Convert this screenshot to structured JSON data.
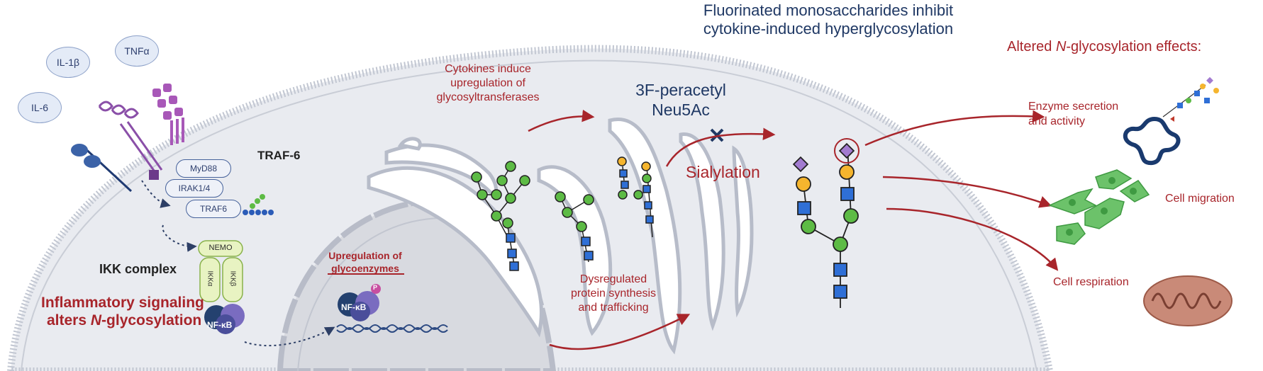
{
  "header": {
    "title_line1": "Fluorinated monosaccharides inhibit",
    "title_line2": "cytokine-induced hyperglycosylation",
    "effects_title_pre": "Altered ",
    "effects_title_italic": "N",
    "effects_title_post": "-glycosylation effects:"
  },
  "cytokines": {
    "il1b": "IL-1β",
    "tnfa": "TNFα",
    "il6": "IL-6"
  },
  "signaling": {
    "traf6_header": "TRAF-6",
    "myd88": "MyD88",
    "irak": "IRAK1/4",
    "traf6": "TRAF6",
    "ikk_complex": "IKK complex",
    "nemo": "NEMO",
    "ikka": "IKKα",
    "ikkb": "IKKβ",
    "nfkb": "NF-κB",
    "inflammatory_line1": "Inflammatory signaling",
    "inflammatory_line2_pre": "alters ",
    "inflammatory_line2_italic": "N",
    "inflammatory_line2_post": "-glycosylation"
  },
  "nucleus": {
    "upreg_line1": "Upregulation of",
    "upreg_line2": "glycoenzymes",
    "nfkb": "NF-κB",
    "p_badge": "P"
  },
  "golgi": {
    "cytokines_line1": "Cytokines induce",
    "cytokines_line2": "upregulation of",
    "cytokines_line3": "glycosyltransferases",
    "dysreg_line1": "Dysregulated",
    "dysreg_line2": "protein synthesis",
    "dysreg_line3": "and trafficking",
    "inhibitor_line1": "3F-peracetyl",
    "inhibitor_line2": "Neu5Ac",
    "sialylation": "Sialylation"
  },
  "effects": {
    "enzyme_line1": "Enzyme secretion",
    "enzyme_line2": "and activity",
    "migration": "Cell migration",
    "respiration": "Cell respiration"
  },
  "colors": {
    "accent_red": "#a8252b",
    "title_blue": "#1f3864",
    "glcnac_blue": "#2f6fd6",
    "man_green": "#5dbb45",
    "gal_yellow": "#f5b52e",
    "sia_purple": "#a27bd0",
    "cell_fill": "#e9ebf0",
    "nucleus_fill": "#d8dae0"
  }
}
